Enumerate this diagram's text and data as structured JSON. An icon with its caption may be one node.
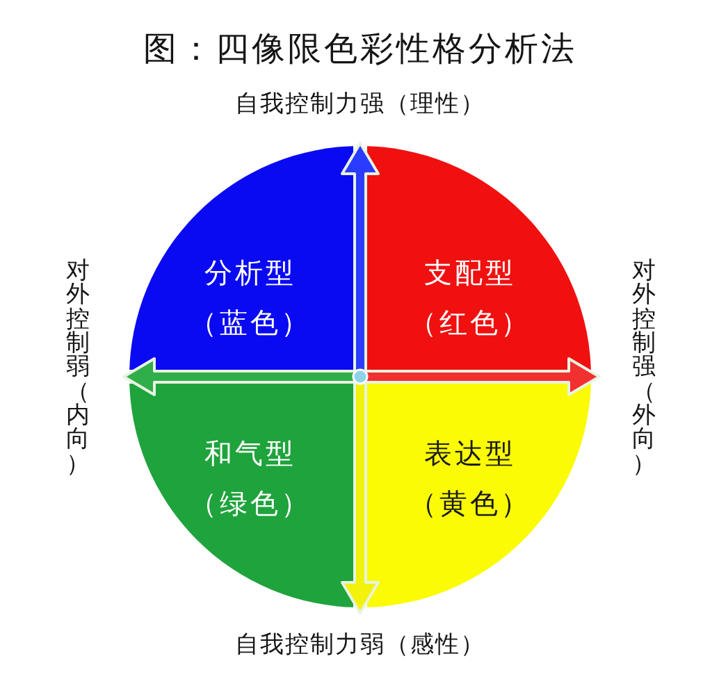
{
  "diagram": {
    "title": "图：四像限色彩性格分析法",
    "nodes": [
      {
        "text": [
          "分析型",
          "（蓝色）"
        ]
      },
      {
        "text": [
          "支配型",
          "（红色）"
        ]
      },
      {
        "text": [
          "和气型",
          "（绿色）"
        ]
      },
      {
        "text": [
          "表达型",
          "（黄色）"
        ]
      }
    ],
    "labels": [
      "自我控制力强（理性）",
      "对外控制弱（内向）",
      "对外控制强（外向）",
      "自我控制力弱（感性）"
    ]
  }
}
